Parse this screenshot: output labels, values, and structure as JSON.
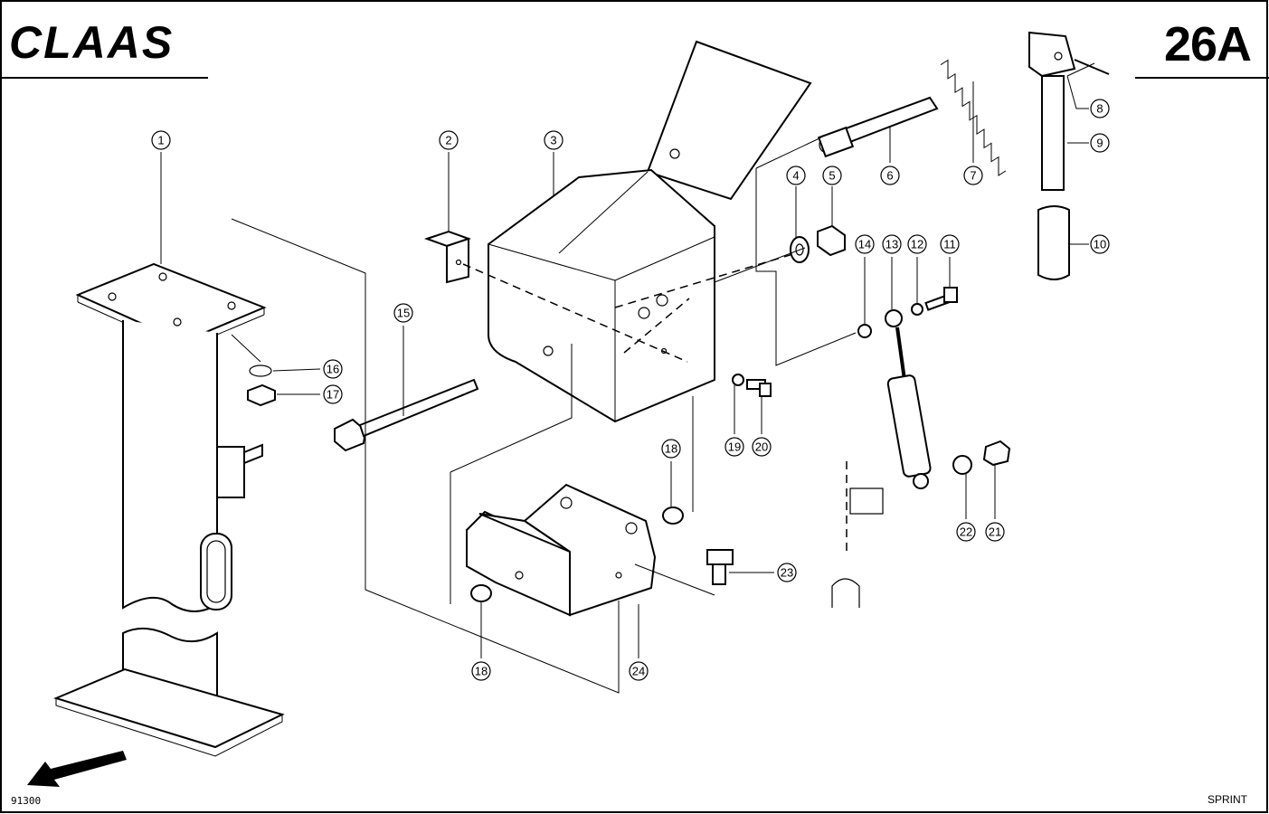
{
  "brand": {
    "logo_text": "CLAAS"
  },
  "page": {
    "number": "26A",
    "code": "91300",
    "model": "SPRINT"
  },
  "callouts": [
    "1",
    "2",
    "3",
    "4",
    "5",
    "6",
    "7",
    "8",
    "9",
    "10",
    "11",
    "12",
    "13",
    "14",
    "15",
    "16",
    "17",
    "18",
    "18",
    "19",
    "20",
    "21",
    "22",
    "23",
    "24"
  ],
  "icons": {
    "direction_arrow": "front-direction-arrow-icon"
  }
}
